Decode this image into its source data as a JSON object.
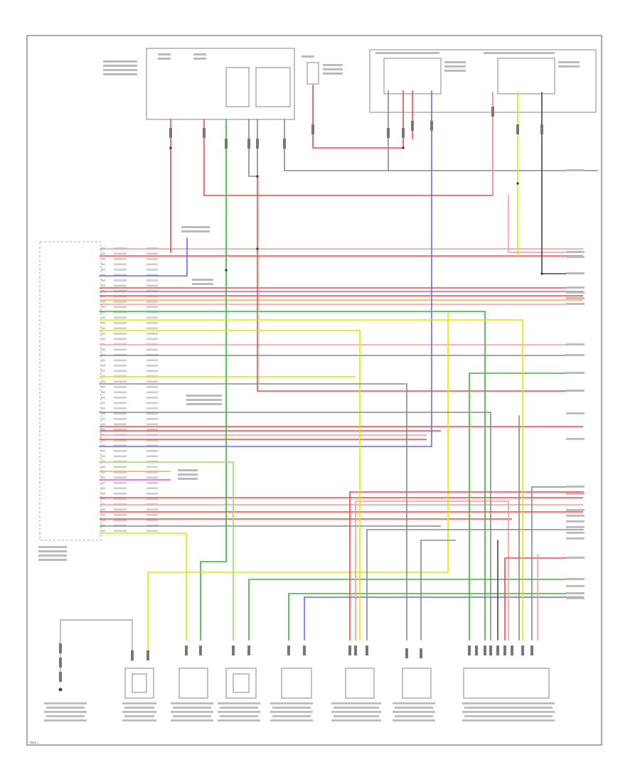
{
  "diagram": {
    "page_number": "PAGE 1",
    "colors": {
      "red": "#ff4444",
      "pink": "#ff9999",
      "green": "#33bb33",
      "lime": "#99dd66",
      "yellow": "#e6e600",
      "blue": "#6666ff",
      "gray": "#888888",
      "dark": "#444444",
      "orange": "#ffaa44",
      "purple": "#aa66cc",
      "magenta": "#ee44ee"
    },
    "components": [
      {
        "id": "ecm",
        "label": ""
      },
      {
        "id": "maf-sensor",
        "label": ""
      },
      {
        "id": "crank-sensor",
        "label": ""
      },
      {
        "id": "cam-sensor",
        "label": ""
      },
      {
        "id": "knock-sensor",
        "label": ""
      },
      {
        "id": "throttle-body",
        "label": ""
      },
      {
        "id": "ho2s-front",
        "label": ""
      },
      {
        "id": "ho2s-rear",
        "label": ""
      },
      {
        "id": "fuse-box",
        "label": ""
      },
      {
        "id": "engine-relay-box",
        "label": ""
      }
    ]
  }
}
